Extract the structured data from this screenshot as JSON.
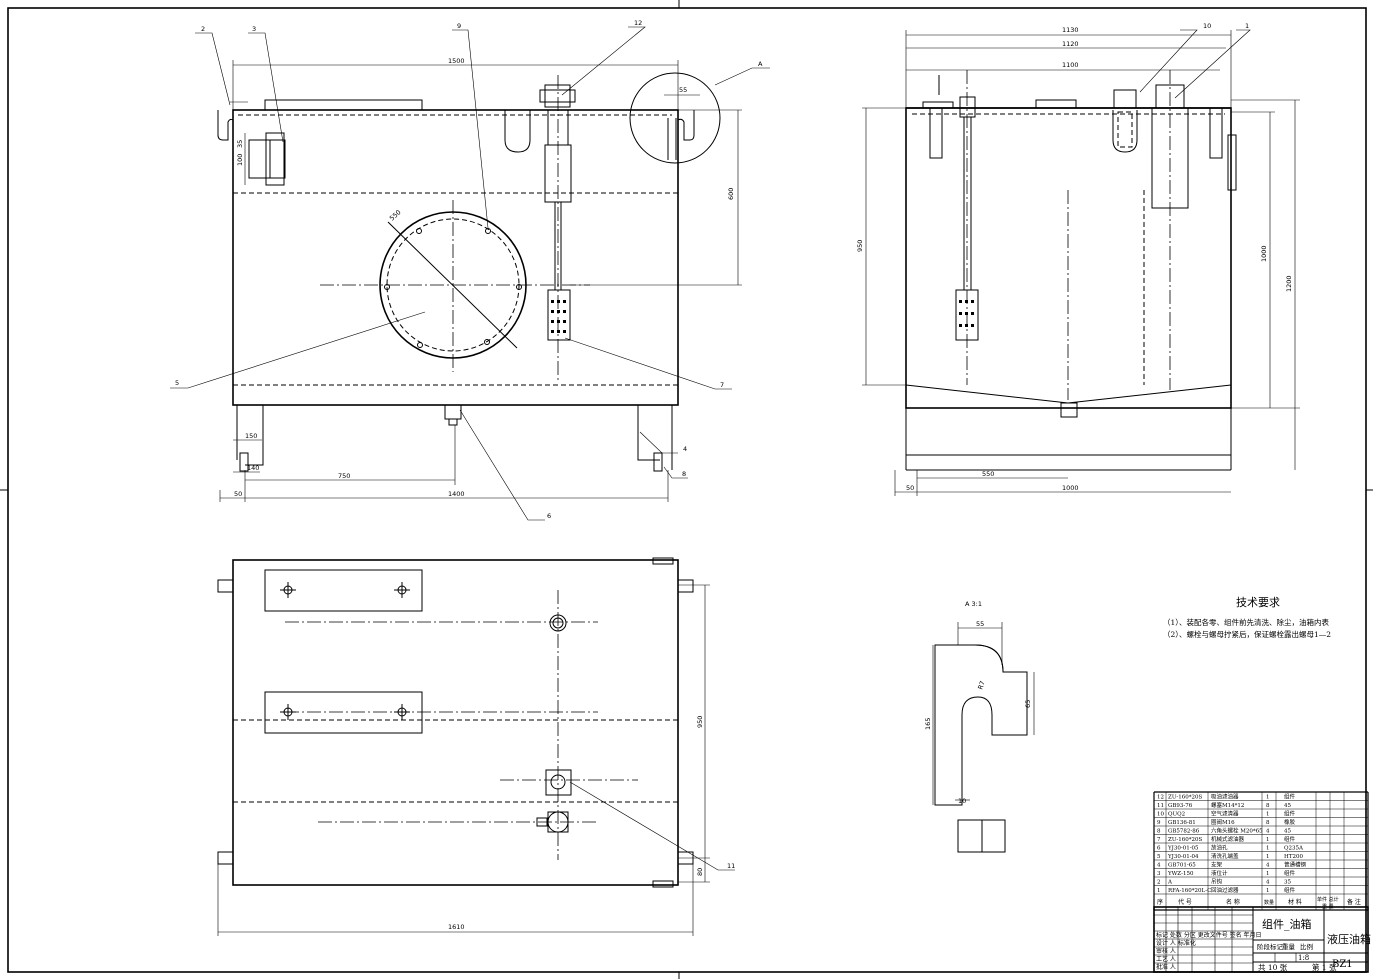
{
  "front": {
    "dims": {
      "d1500": "1500",
      "d600": "600",
      "d55": "55",
      "d100": "100",
      "d35": "35",
      "d150": "150",
      "d140": "140",
      "d750": "750",
      "d1400": "1400",
      "d50": "50",
      "d550": "550"
    },
    "balloons": [
      "2",
      "3",
      "9",
      "12",
      "A",
      "5",
      "7",
      "4",
      "8",
      "6"
    ]
  },
  "side": {
    "dims": {
      "d1130": "1130",
      "d1120": "1120",
      "d1100": "1100",
      "d950": "950",
      "d1000v": "1000",
      "d1200": "1200",
      "d550": "550",
      "d1000h": "1000",
      "d50": "50"
    },
    "balloons": [
      "10",
      "1"
    ]
  },
  "top": {
    "dims": {
      "d950": "950",
      "d80": "80",
      "d1610": "1610"
    },
    "balloons": [
      "11"
    ]
  },
  "detail": {
    "label": "A 3:1",
    "dims": {
      "d55": "55",
      "d165": "165",
      "d65": "65",
      "d10": "10",
      "r": "R7"
    }
  },
  "tech": {
    "title": "技术要求",
    "line1": "（1）、装配各零、组件前先清洗、除尘，油箱内表",
    "line2": "（2）、螺栓与螺母拧紧后，保证螺栓露出螺母1—2"
  },
  "bom": {
    "rows": [
      {
        "no": "12",
        "code": "ZU-160*20S",
        "name": "吸油滤油器",
        "qty": "1",
        "mat": "组件"
      },
      {
        "no": "11",
        "code": "GB93-76",
        "name": "螺塞M14*12",
        "qty": "8",
        "mat": "45"
      },
      {
        "no": "10",
        "code": "QUQ2",
        "name": "空气滤清器",
        "qty": "1",
        "mat": "组件"
      },
      {
        "no": "9",
        "code": "GB136-81",
        "name": "圈阀M16",
        "qty": "8",
        "mat": "橡胶"
      },
      {
        "no": "8",
        "code": "GB5782-86",
        "name": "六角头螺栓 M20*65",
        "qty": "4",
        "mat": "45"
      },
      {
        "no": "7",
        "code": "ZU-160*20S",
        "name": "机械式滤油器",
        "qty": "1",
        "mat": "组件"
      },
      {
        "no": "6",
        "code": "YJ30-01-05",
        "name": "放油孔",
        "qty": "1",
        "mat": "Q235A"
      },
      {
        "no": "5",
        "code": "YJ30-01-04",
        "name": "清洗孔端盖",
        "qty": "1",
        "mat": "HT200"
      },
      {
        "no": "4",
        "code": "GB701-65",
        "name": "支架",
        "qty": "4",
        "mat": "普通槽钢"
      },
      {
        "no": "3",
        "code": "YWZ-150",
        "name": "液位计",
        "qty": "1",
        "mat": "组件"
      },
      {
        "no": "2",
        "code": "A",
        "name": "吊钩",
        "qty": "4",
        "mat": "35"
      },
      {
        "no": "1",
        "code": "RFA-160*20L-C",
        "name": "回油过滤器",
        "qty": "1",
        "mat": "组件"
      }
    ],
    "head": {
      "no": "序",
      "code": "代 号",
      "name": "名 称",
      "qty": "数量",
      "mat": "材 料",
      "wt": "单件 总计",
      "wtsub": "重 量",
      "note": "备 注"
    }
  },
  "title_block": {
    "drawing_name": "组件_油箱",
    "product": "液压油箱",
    "code": "BZ1",
    "scale": "1:8",
    "stage": "阶段标记",
    "weight": "重量",
    "scale_label": "比例",
    "sheets_total": "共 10 张",
    "sheet_no": "第 1 张",
    "r1": "标记 处数 分区 更改文件号 签名 年月日",
    "r2": "设计 人  标准化",
    "r3": "审核 人",
    "r4": "工艺 人",
    "r5": "批准 人"
  }
}
